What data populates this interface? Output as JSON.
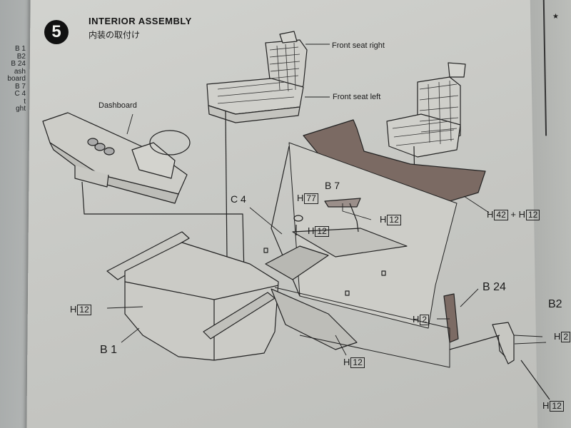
{
  "step": {
    "number": "5",
    "title": "INTERIOR ASSEMBLY",
    "subtitle_jp": "内装の取付け"
  },
  "corner_mark": "★",
  "left_margin": [
    "B 1",
    "B2",
    "B 24",
    "ash",
    "board",
    "B 7",
    "C 4",
    "t",
    "ght"
  ],
  "labels": {
    "front_seat_right": "Front seat right",
    "front_seat_left": "Front seat left",
    "dashboard": "Dashboard",
    "c4": "C 4",
    "b7": "B 7",
    "b24": "B 24",
    "b2": "B2",
    "b1": "B 1"
  },
  "hcodes": {
    "h77": {
      "prefix": "H",
      "num": "77"
    },
    "h12_b7": {
      "prefix": "H",
      "num": "12"
    },
    "h42_h12": {
      "prefix": "H",
      "num": "42",
      "plus": "+ H",
      "num2": "12"
    },
    "h12_c4": {
      "prefix": "H",
      "num": "12"
    },
    "h12_b1": {
      "prefix": "H",
      "num": "12"
    },
    "h12_floor": {
      "prefix": "H",
      "num": "12"
    },
    "h2_b24": {
      "prefix": "H",
      "num": "2"
    },
    "h2_b2": {
      "prefix": "H",
      "num": "2"
    },
    "h12_b2": {
      "prefix": "H",
      "num": "12"
    }
  }
}
